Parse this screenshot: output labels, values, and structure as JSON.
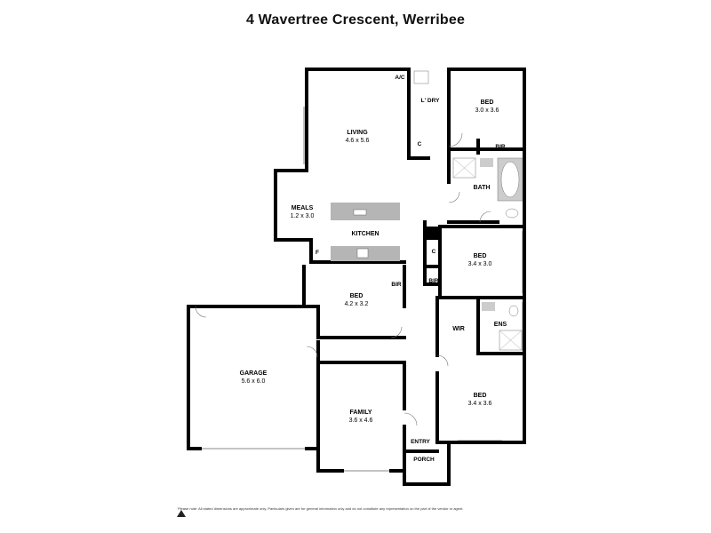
{
  "title": "4 Wavertree Crescent, Werribee",
  "rooms": {
    "living": {
      "name": "LIVING",
      "dims": "4.6 x 5.6"
    },
    "meals": {
      "name": "MEALS",
      "dims": "1.2 x 3.0"
    },
    "kitchen": {
      "name": "KITCHEN"
    },
    "laundry": {
      "name": "L' DRY"
    },
    "bed1": {
      "name": "BED",
      "dims": "3.0 x 3.6"
    },
    "bath": {
      "name": "BATH"
    },
    "bed2": {
      "name": "BED",
      "dims": "3.4 x 3.0"
    },
    "bed3": {
      "name": "BED",
      "dims": "4.2 x 3.2"
    },
    "ens": {
      "name": "ENS"
    },
    "wir": {
      "name": "WIR"
    },
    "bed4": {
      "name": "BED",
      "dims": "3.4 x 3.6"
    },
    "garage": {
      "name": "GARAGE",
      "dims": "5.6 x 6.0"
    },
    "family": {
      "name": "FAMILY",
      "dims": "3.6 x 4.6"
    },
    "entry": {
      "name": "ENTRY"
    },
    "porch": {
      "name": "PORCH"
    }
  },
  "labels": {
    "ac": "A/C",
    "linen_c1": "C",
    "linen_c2": "C",
    "fridge": "F",
    "bir1": "BIR",
    "bir2": "BIR",
    "bir3": "BIR"
  },
  "disclaimer": "Please note: All stated dimensions are approximate only. Particulars given are for general information only and do not constitute any representation on the part of the vendor or agent."
}
